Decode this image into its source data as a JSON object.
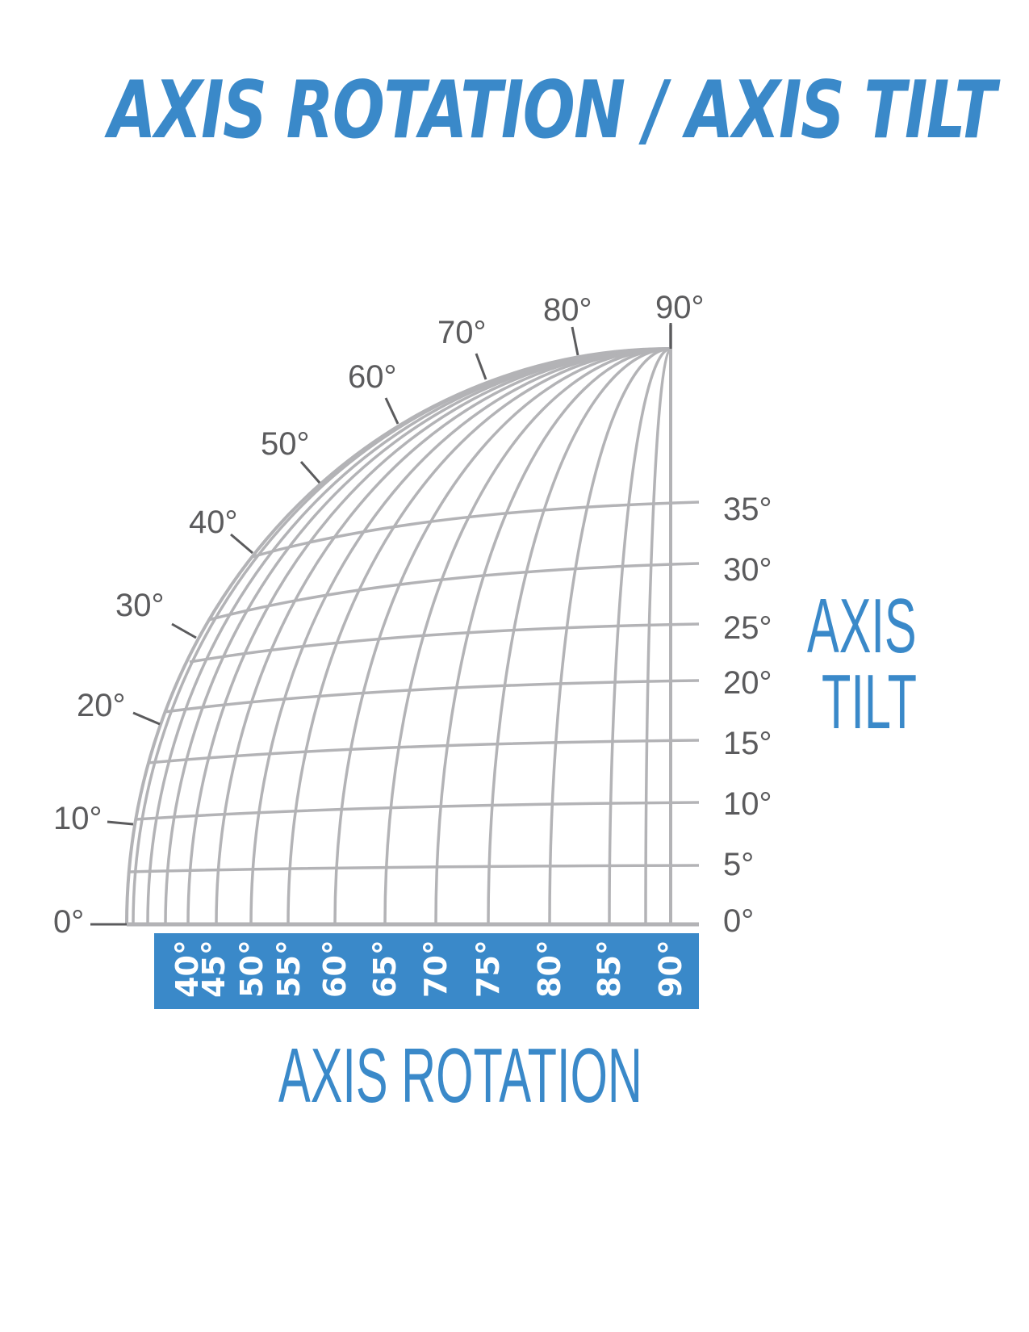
{
  "title": "AXIS ROTATION / AXIS TILT",
  "colors": {
    "accent": "#3a89c9",
    "grid": "#b3b3b6",
    "label": "#5b5b5d"
  },
  "chart_data": {
    "type": "diagram",
    "title": "AXIS ROTATION / AXIS TILT",
    "tilt_axis_label_line1": "AXIS",
    "tilt_axis_label_line2": "TILT",
    "rotation_axis_label": "AXIS ROTATION",
    "rotation_ticks": [
      "40°",
      "45°",
      "50°",
      "55°",
      "60°",
      "65°",
      "70°",
      "75°",
      "80°",
      "85°",
      "90°"
    ],
    "tilt_ticks": [
      "0°",
      "5°",
      "10°",
      "15°",
      "20°",
      "25°",
      "30°",
      "35°"
    ],
    "arc_ticks": [
      "0°",
      "10°",
      "20°",
      "30°",
      "40°",
      "50°",
      "60°",
      "70°",
      "80°",
      "90°"
    ]
  }
}
